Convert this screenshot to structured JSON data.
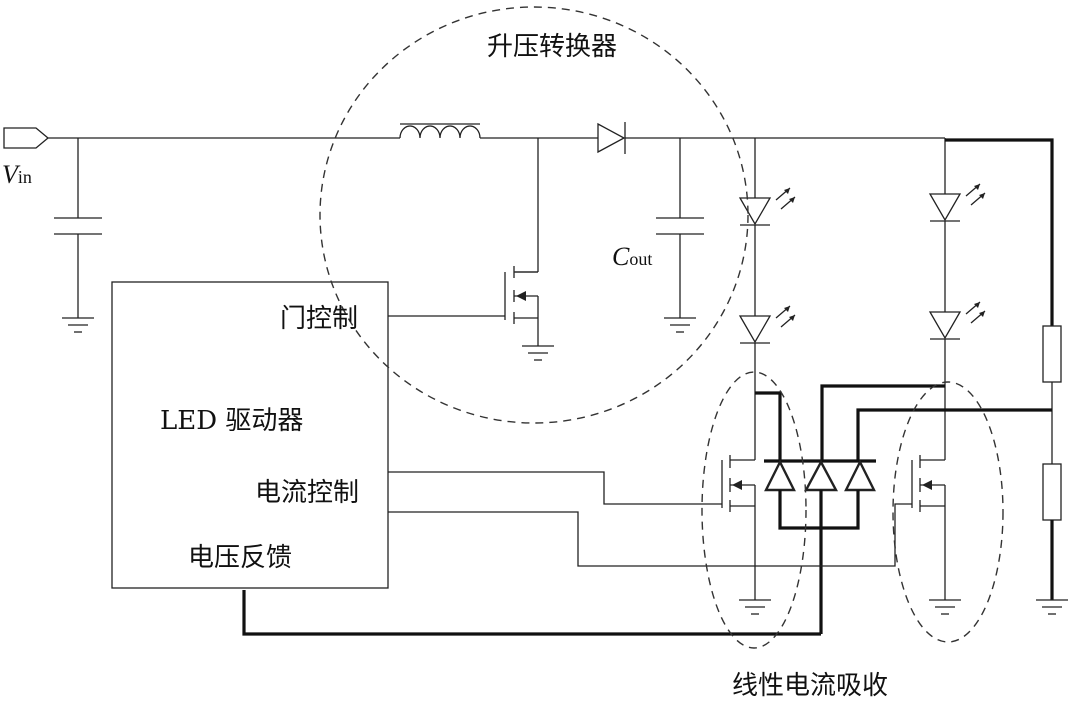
{
  "labels": {
    "boost_converter": "升压转换器",
    "vin_symbol": "V",
    "vin_subscript": "in",
    "cout_symbol": "C",
    "cout_subscript": "out",
    "gate_control": "门控制",
    "led_driver": "LED 驱动器",
    "current_control": "电流控制",
    "voltage_feedback": "电压反馈",
    "linear_current_sink": "线性电流吸收"
  },
  "colors": {
    "line": "#222222",
    "background": "#ffffff"
  }
}
